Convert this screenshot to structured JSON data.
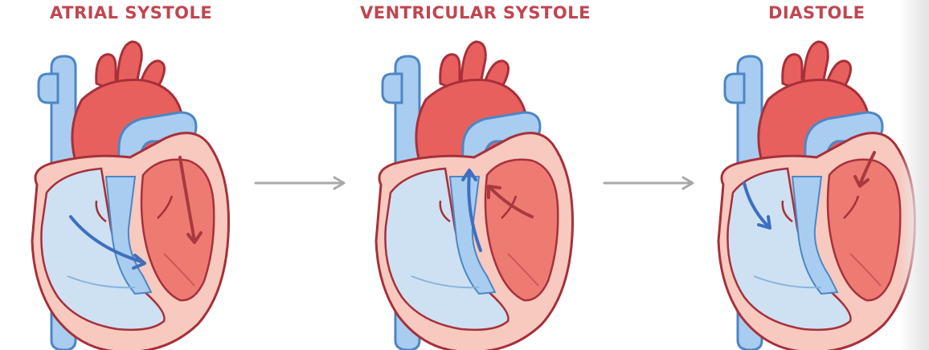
{
  "stages": [
    {
      "title": "ATRIAL SYSTOLE"
    },
    {
      "title": "VENTRICULAR SYSTOLE"
    },
    {
      "title": "DIASTOLE"
    }
  ],
  "colors": {
    "title": "#c0464f",
    "vein_blue": "#a8cdf0",
    "vein_outline": "#4d86c4",
    "artery_red": "#e8605e",
    "artery_outline": "#a7303a",
    "myocardium": "#f7c9bf",
    "chamber_blue": "#cde1f3",
    "chamber_red": "#ee7b72",
    "flow_blue": "#3e6fbf",
    "flow_red": "#a83a3f",
    "connector": "#a9a9a9"
  },
  "icons": {
    "heart": "heart-illustration-icon",
    "connector": "right-arrow-icon"
  }
}
